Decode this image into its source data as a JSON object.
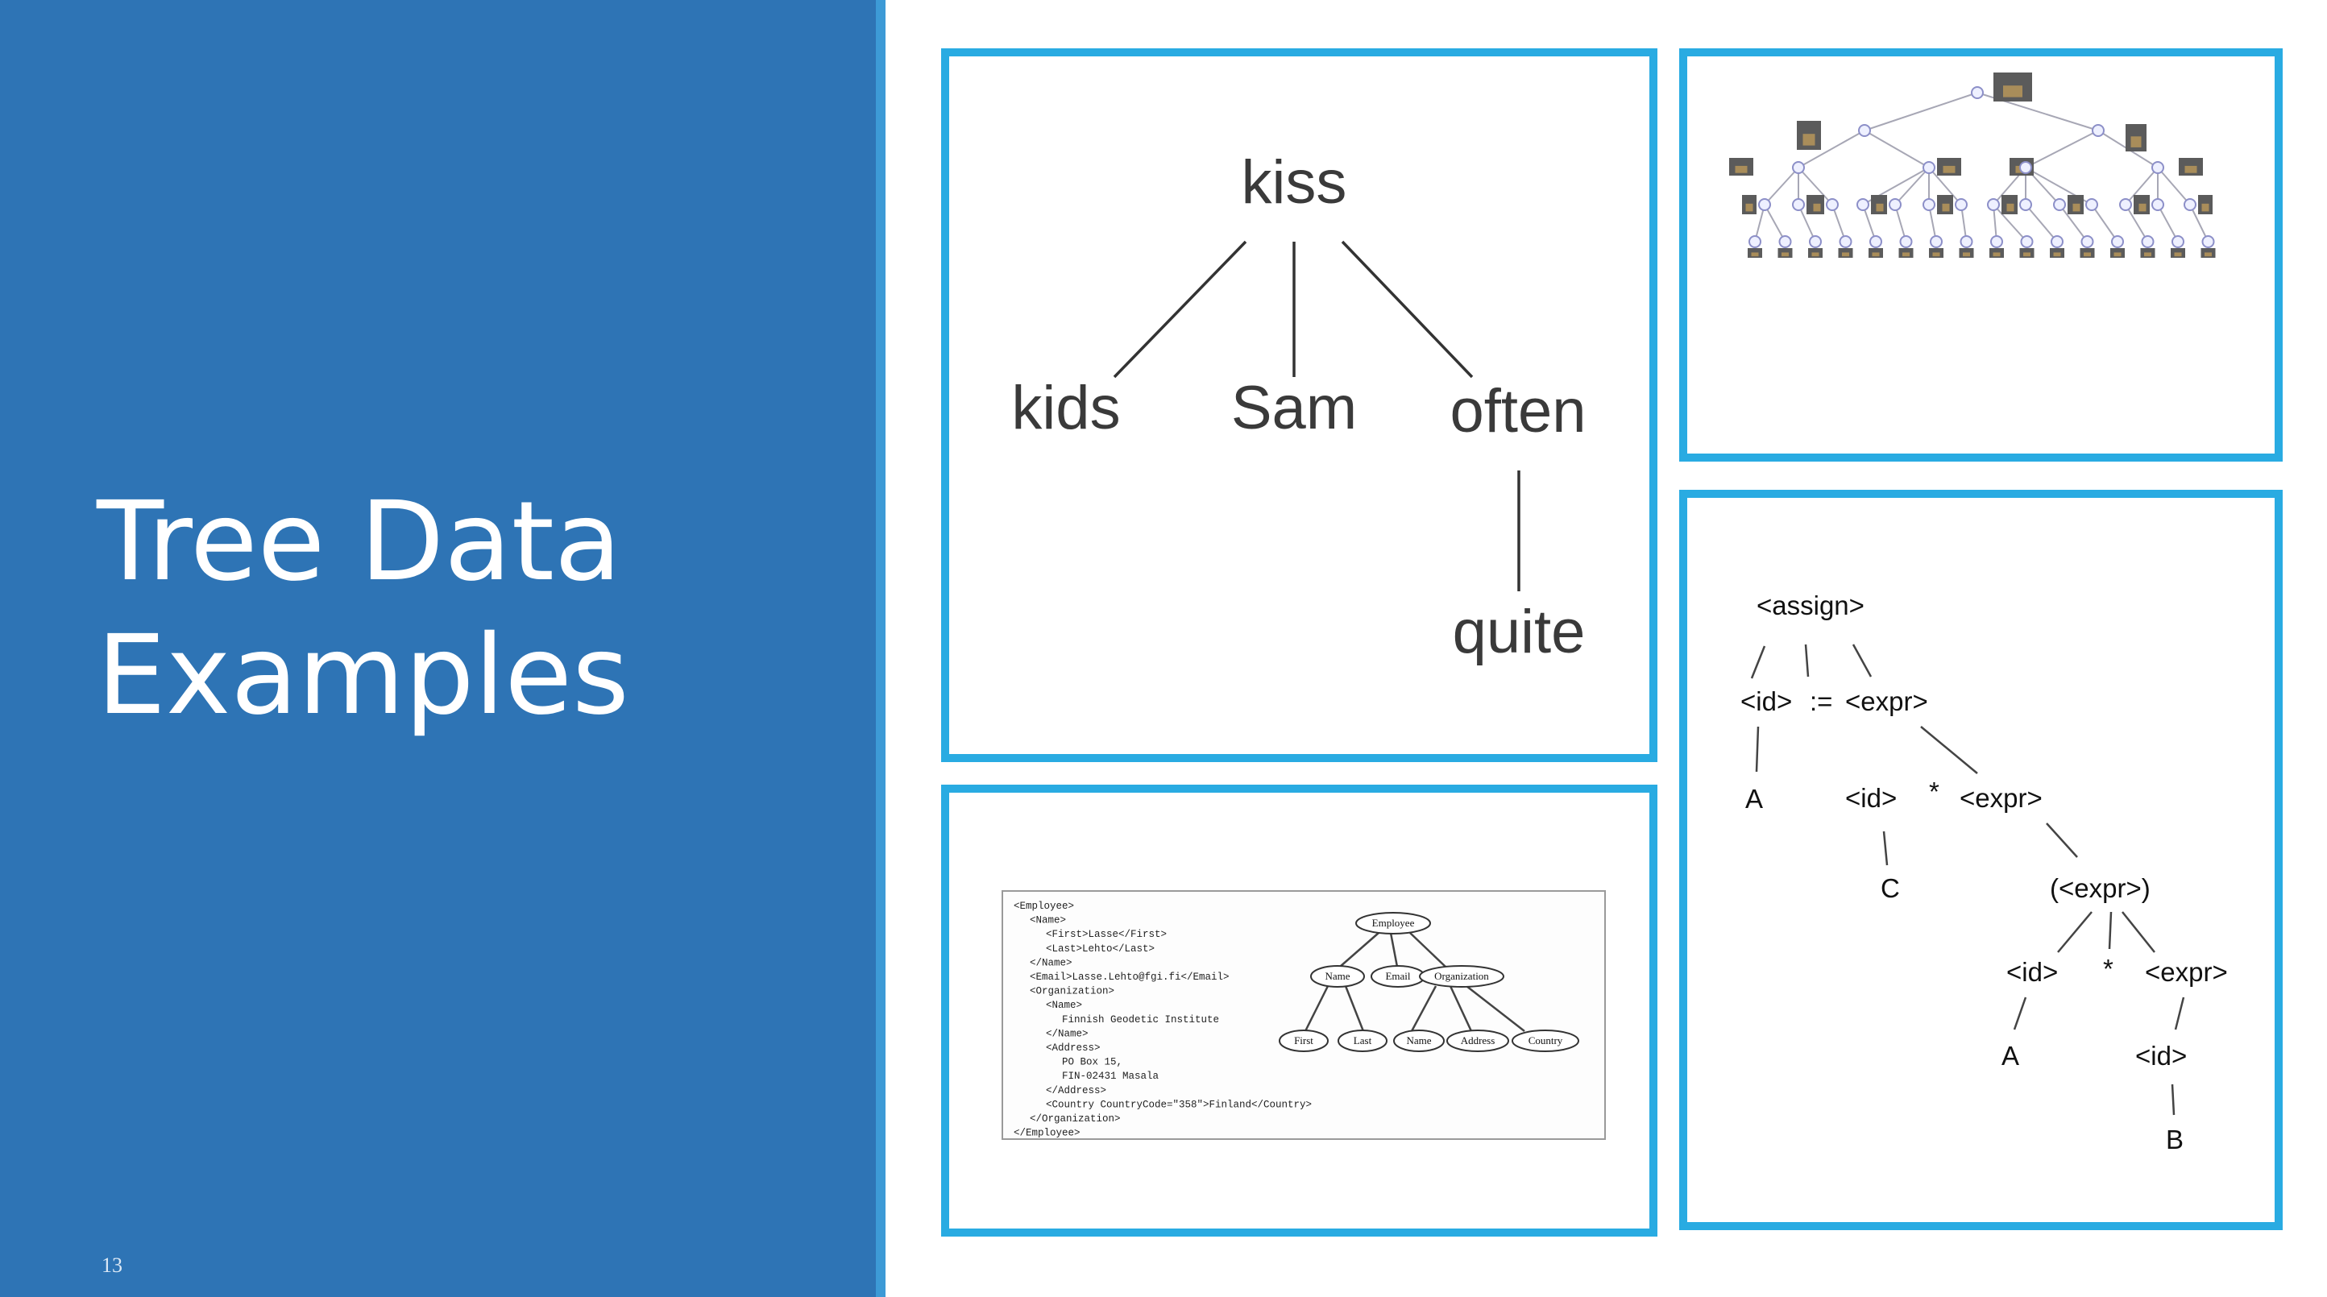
{
  "slide": {
    "title_line1": "Tree Data",
    "title_line2": "Examples",
    "page_number": "13"
  },
  "sentence_tree": {
    "root": "kiss",
    "children": [
      "kids",
      "Sam",
      "often"
    ],
    "grandchild": "quite"
  },
  "xml_example": {
    "code_lines": [
      "<Employee>",
      "<Name>",
      "<First>Lasse</First>",
      "<Last>Lehto</Last>",
      "</Name>",
      "<Email>Lasse.Lehto@fgi.fi</Email>",
      "<Organization>",
      "<Name>",
      "Finnish Geodetic Institute",
      "</Name>",
      "<Address>",
      "PO Box 15,",
      "FIN-02431 Masala",
      "</Address>",
      "<Country CountryCode=\"358\">Finland</Country>",
      "</Organization>",
      "</Employee>"
    ],
    "tree_nodes": {
      "root": "Employee",
      "name": "Name",
      "email": "Email",
      "organization": "Organization",
      "first": "First",
      "last": "Last",
      "org_name": "Name",
      "address": "Address",
      "country": "Country"
    }
  },
  "parse_tree": {
    "assign": "<assign>",
    "id1": "<id>",
    "op_assign": ":=",
    "expr1": "<expr>",
    "A1": "A",
    "id2": "<id>",
    "star1": "*",
    "expr2": "<expr>",
    "C": "C",
    "paren_expr": "(<expr>)",
    "id3": "<id>",
    "star2": "*",
    "expr3": "<expr>",
    "A2": "A",
    "id4": "<id>",
    "B": "B"
  }
}
